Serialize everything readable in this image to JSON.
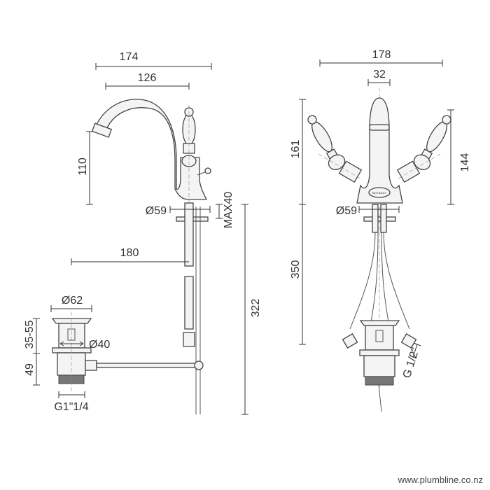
{
  "left_view": {
    "dimensions": {
      "overall_reach": "174",
      "spout_reach": "126",
      "spout_height": "110",
      "base_diameter": "Ø59",
      "max_thickness": "MAX40",
      "pop_up_rod": "180",
      "tail_length": "322",
      "waste_top_diameter": "Ø62",
      "waste_adjust": "35-55",
      "waste_body_diameter": "Ø40",
      "waste_height": "49",
      "waste_thread": "G1\"1/4"
    }
  },
  "right_view": {
    "dimensions": {
      "overall_width": "178",
      "spout_width": "32",
      "overall_height": "161",
      "handle_height": "144",
      "base_diameter": "Ø59",
      "hose_length": "350",
      "connection_thread": "G 1/2\""
    },
    "logo": "MCKINLEY"
  },
  "footer": {
    "website": "www.plumbline.co.nz"
  }
}
